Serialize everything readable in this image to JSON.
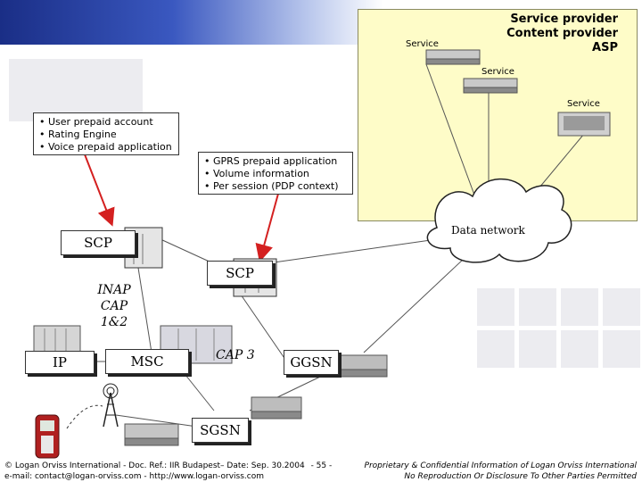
{
  "service_provider": {
    "line1": "Service provider",
    "line2": "Content provider",
    "line3": "ASP"
  },
  "servers": {
    "top_left_label": "Service",
    "middle_label": "Service",
    "right_label": "Service"
  },
  "scp_box": {
    "items": [
      "User prepaid account",
      "Rating Engine",
      "Voice prepaid application"
    ]
  },
  "gprs_box": {
    "items": [
      "GPRS prepaid application",
      "Volume information",
      "Per session (PDP context)"
    ]
  },
  "cloud": {
    "label": "Data network"
  },
  "nodes": {
    "scp_left": "SCP",
    "scp_center": "SCP",
    "inap_line1": "INAP",
    "inap_line2": "CAP 1&2",
    "ip": "IP",
    "msc": "MSC",
    "cap3": "CAP 3",
    "ggsn": "GGSN",
    "sgsn": "SGSN"
  },
  "footer": {
    "left_line1": "© Logan Orviss International - Doc. Ref.: IIR Budapest– Date: Sep. 30.2004",
    "page": "- 55 -",
    "left_line2": "e-mail: contact@logan-orviss.com - http://www.logan-orviss.com",
    "right_line1": "Proprietary & Confidential Information of Logan Orviss International",
    "right_line2": "No Reproduction Or Disclosure To Other Parties Permitted"
  },
  "colors": {
    "banner": "#1a2e86",
    "provider_box": "#fefcc8",
    "arrow": "#d42020"
  }
}
